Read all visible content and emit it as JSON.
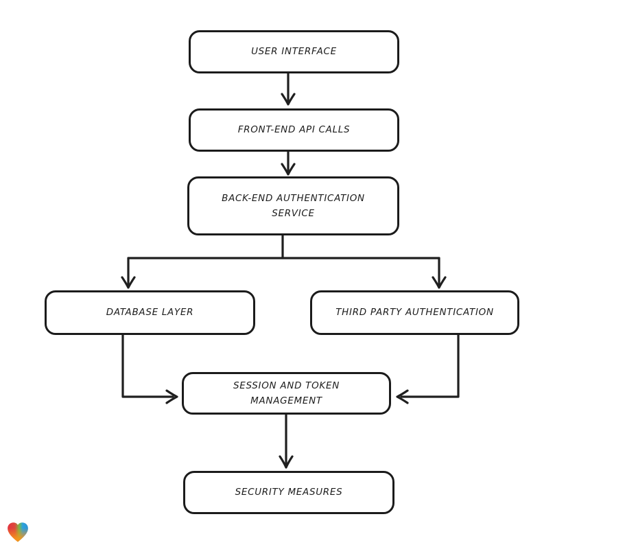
{
  "diagram": {
    "nodes": [
      {
        "id": "user-interface",
        "label": "USER INTERFACE"
      },
      {
        "id": "front-end-api-calls",
        "label": "FRONT-END API CALLS"
      },
      {
        "id": "back-end-auth-service",
        "label": "BACK-END AUTHENTICATION SERVICE"
      },
      {
        "id": "database-layer",
        "label": "DATABASE LAYER"
      },
      {
        "id": "third-party-auth",
        "label": "THIRD PARTY AUTHENTICATION"
      },
      {
        "id": "session-token-mgmt",
        "label": "SESSION AND TOKEN MANAGEMENT"
      },
      {
        "id": "security-measures",
        "label": "SECURITY MEASURES"
      }
    ],
    "edges": [
      {
        "from": "USER INTERFACE",
        "to": "FRONT-END API CALLS"
      },
      {
        "from": "FRONT-END API CALLS",
        "to": "BACK-END AUTHENTICATION SERVICE"
      },
      {
        "from": "BACK-END AUTHENTICATION SERVICE",
        "to": "DATABASE LAYER"
      },
      {
        "from": "BACK-END AUTHENTICATION SERVICE",
        "to": "THIRD PARTY AUTHENTICATION"
      },
      {
        "from": "DATABASE LAYER",
        "to": "SESSION AND TOKEN MANAGEMENT"
      },
      {
        "from": "THIRD PARTY AUTHENTICATION",
        "to": "SESSION AND TOKEN MANAGEMENT"
      },
      {
        "from": "SESSION AND TOKEN MANAGEMENT",
        "to": "SECURITY MEASURES"
      }
    ],
    "colors": {
      "node_stroke": "#1b1b1b",
      "node_fill": "#ffffff",
      "edge_stroke": "#1f1f1f",
      "background": "#ffffff"
    },
    "logo": {
      "name": "gradient-heart-logo",
      "colors": [
        "#e33a40",
        "#7db843",
        "#2ba2de",
        "#f7941d"
      ]
    }
  }
}
